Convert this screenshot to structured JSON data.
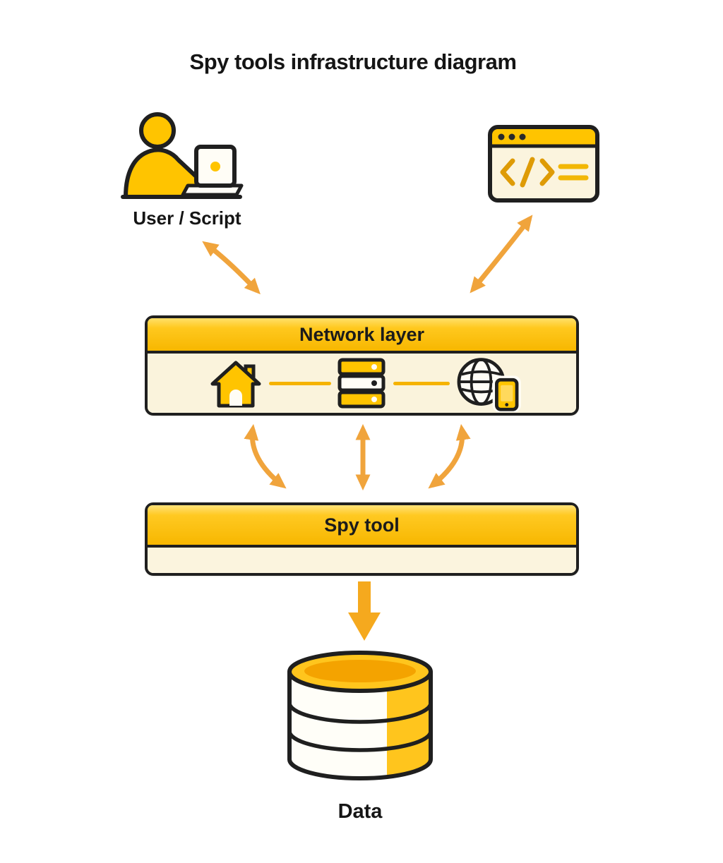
{
  "title": "Spy tools infrastructure diagram",
  "nodes": {
    "user": {
      "label": "User / Script",
      "icon": "person-at-laptop-icon"
    },
    "browser": {
      "icon": "code-browser-window-icon"
    },
    "network_layer": {
      "label": "Network layer",
      "icons": [
        "house-icon",
        "server-stack-icon",
        "globe-and-phone-icon"
      ]
    },
    "spy_tool": {
      "label": "Spy tool"
    },
    "data": {
      "label": "Data",
      "icon": "database-cylinder-icon"
    }
  },
  "arrows": [
    {
      "name": "user-to-network-arrow",
      "direction": "bidirectional"
    },
    {
      "name": "browser-to-network-arrow",
      "direction": "bidirectional"
    },
    {
      "name": "network-to-spytool-left-arrow",
      "direction": "bidirectional"
    },
    {
      "name": "network-to-spytool-middle-arrow",
      "direction": "bidirectional"
    },
    {
      "name": "network-to-spytool-right-arrow",
      "direction": "bidirectional"
    },
    {
      "name": "spytool-to-data-arrow",
      "direction": "down"
    }
  ],
  "colors": {
    "yellow": "#FFC400",
    "cream": "#FAF3DC",
    "arrow_amber": "#F0A43C",
    "outline": "#1F1F1F",
    "background": "#FFFFFF"
  }
}
